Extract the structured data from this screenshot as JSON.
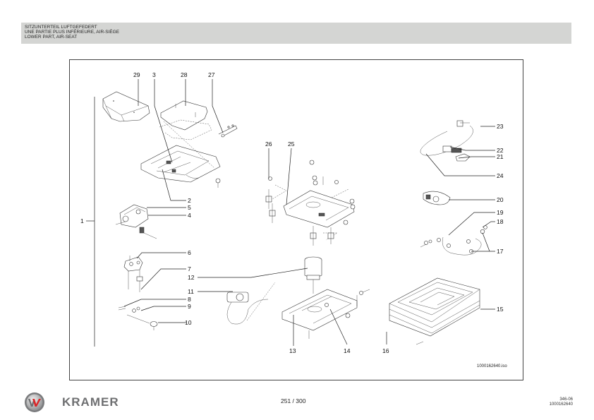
{
  "header": {
    "title_de": "SITZUNTERTEIL LUFTGEFEDERT",
    "title_fr": "UNE PARTIE PLUS INFÉRIEURE, AIR-SIÈGE",
    "title_en": "LOWER PART, AIR-SEAT"
  },
  "diagram": {
    "callouts": [
      "1",
      "2",
      "3",
      "4",
      "5",
      "6",
      "7",
      "8",
      "9",
      "10",
      "11",
      "12",
      "13",
      "14",
      "15",
      "16",
      "17",
      "18",
      "19",
      "20",
      "21",
      "22",
      "23",
      "24",
      "25",
      "26",
      "27",
      "28",
      "29"
    ],
    "drawing_ref": "1000162640.iso"
  },
  "footer": {
    "brand": "KRAMER",
    "logo_icon": "kramer-w-logo",
    "page": "251 / 300",
    "doc_code": "346-06",
    "doc_number": "1000162640"
  },
  "colors": {
    "header_bg": "#d4d5d3",
    "logo_red": "#d8282a",
    "logo_gray": "#6e6f71"
  }
}
